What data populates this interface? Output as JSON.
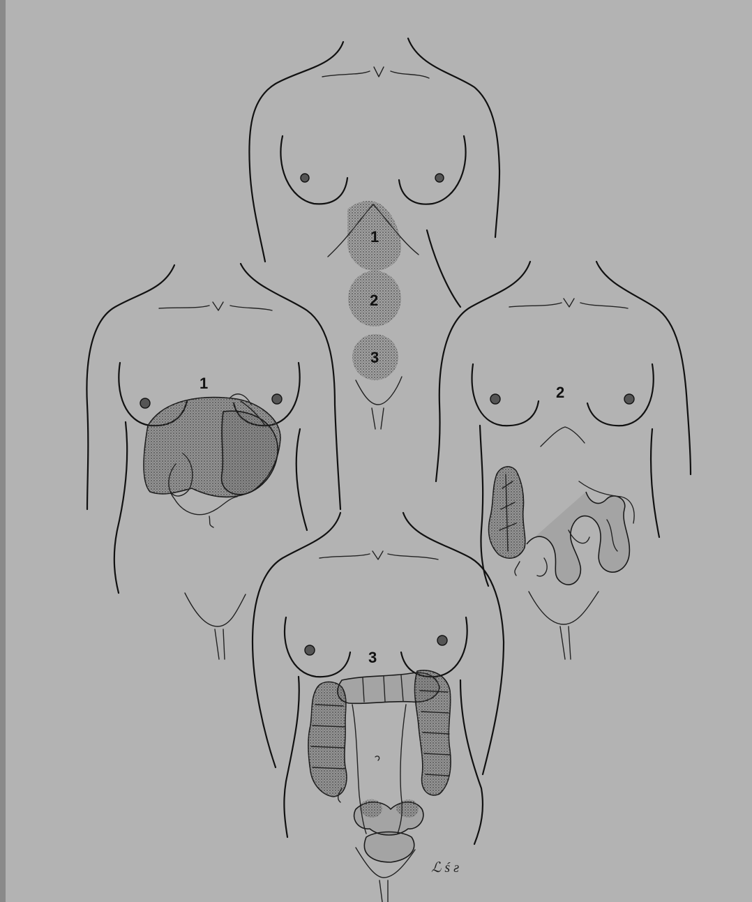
{
  "labels": {
    "region_1": "1",
    "region_2": "2",
    "region_3": "3",
    "panel_left": "1",
    "panel_right": "2",
    "panel_bottom": "3"
  },
  "colors": {
    "background": "#b3b3b3",
    "line": "#111111"
  }
}
